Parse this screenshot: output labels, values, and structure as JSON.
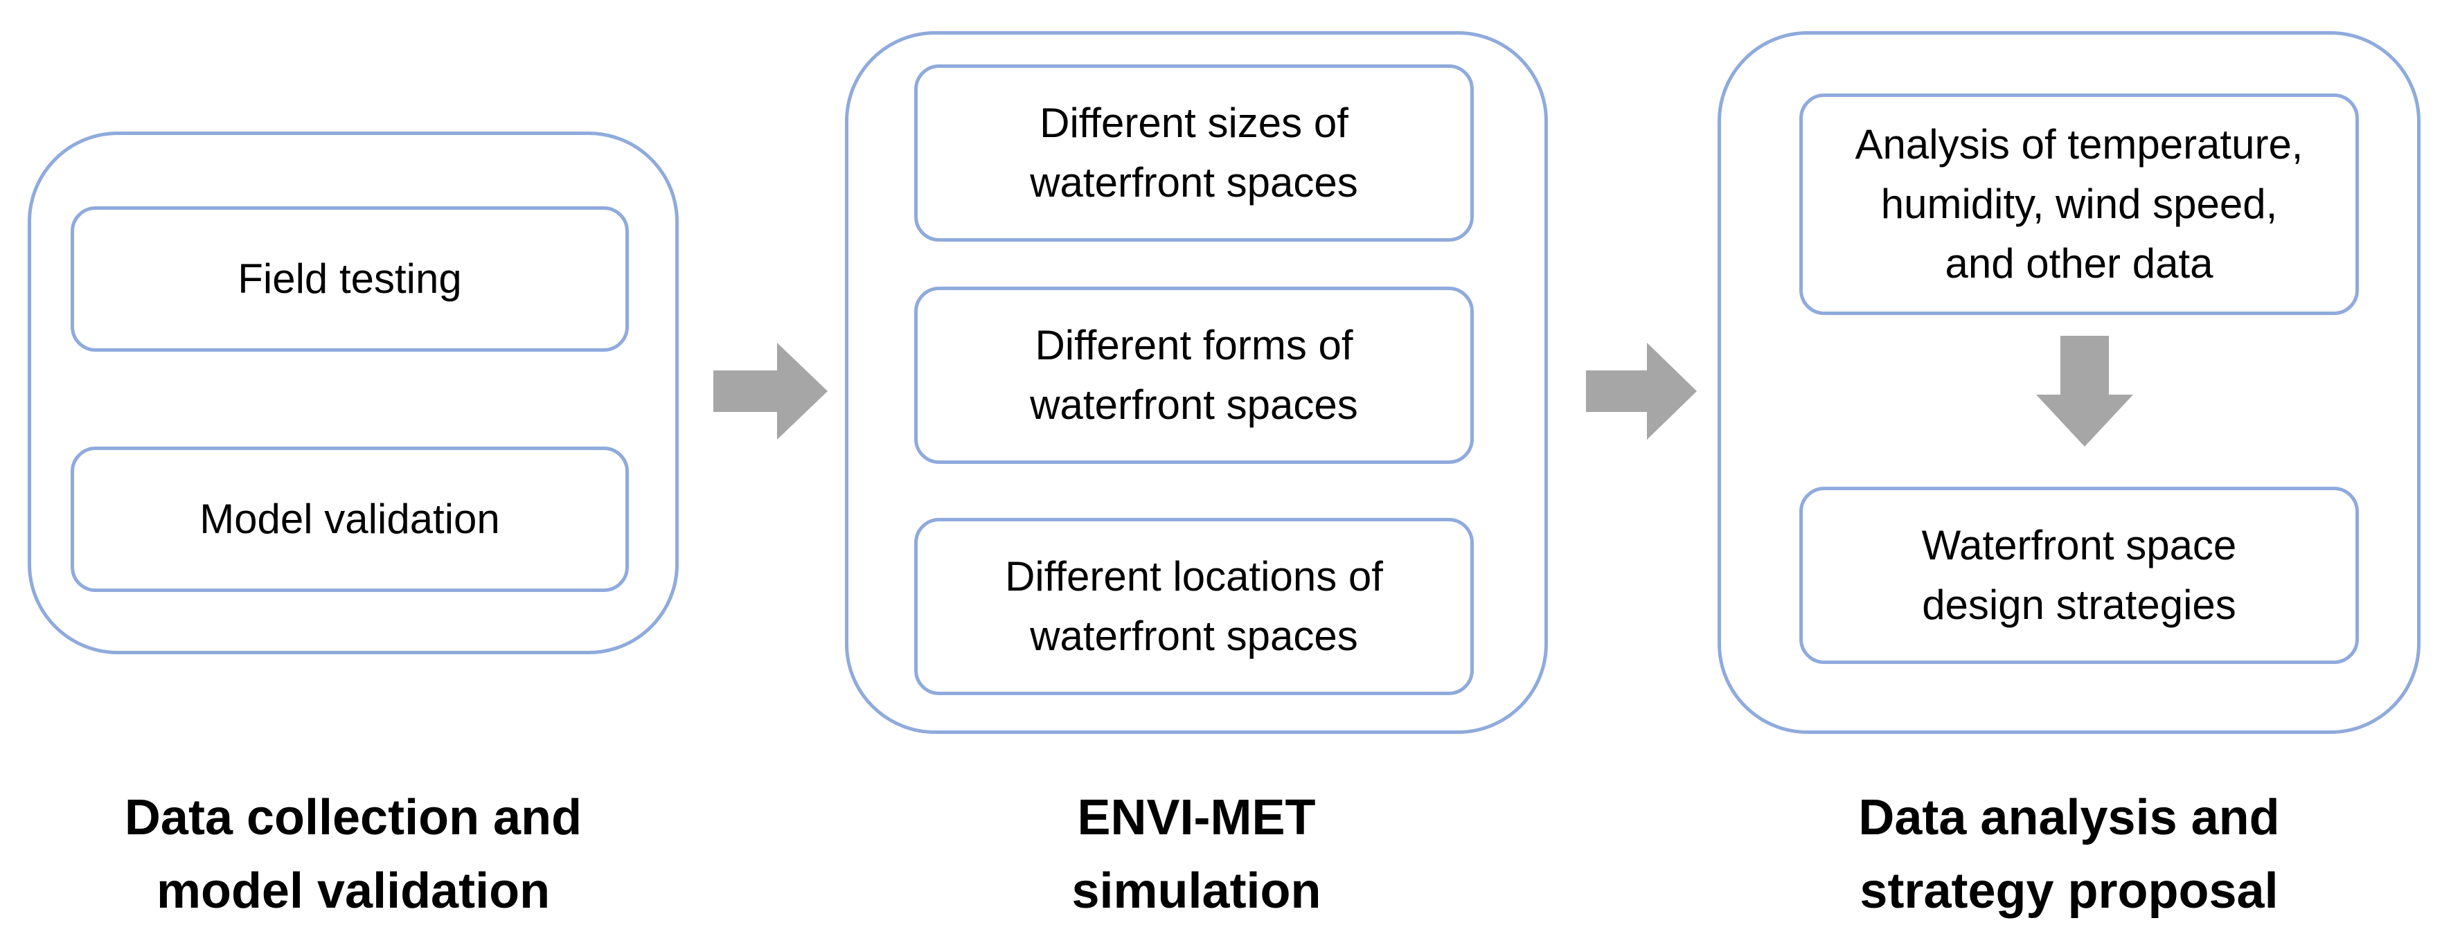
{
  "stages": [
    {
      "caption": "Data collection and\nmodel validation",
      "items": [
        "Field testing",
        "Model validation"
      ]
    },
    {
      "caption": "ENVI-MET\nsimulation",
      "items": [
        "Different sizes of\nwaterfront spaces",
        "Different forms of\nwaterfront spaces",
        "Different locations of\nwaterfront spaces"
      ]
    },
    {
      "caption": "Data analysis and\nstrategy proposal",
      "items": [
        "Analysis of temperature,\nhumidity, wind speed,\nand other data",
        "Waterfront space\ndesign strategies"
      ]
    }
  ],
  "colors": {
    "border": "#8faadc",
    "arrow": "#a6a6a6"
  }
}
